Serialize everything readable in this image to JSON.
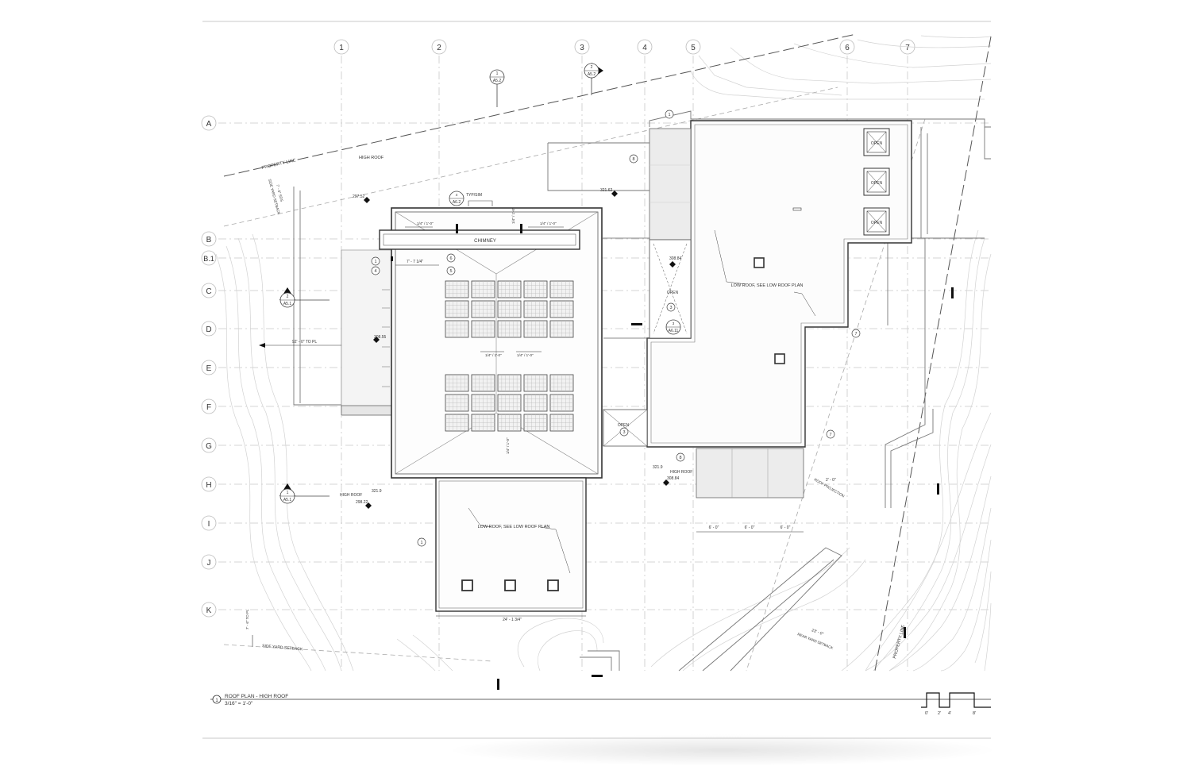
{
  "grid": {
    "columns": [
      "1",
      "2",
      "3",
      "4",
      "5",
      "6",
      "7"
    ],
    "rows": [
      "A",
      "B",
      "B.1",
      "C",
      "D",
      "E",
      "F",
      "G",
      "H",
      "I",
      "J",
      "K"
    ]
  },
  "section_markers": [
    {
      "num": "1",
      "sheet": "A5.2"
    },
    {
      "num": "2",
      "sheet": "A5.2"
    },
    {
      "num": "2",
      "sheet": "A5.1"
    },
    {
      "num": "1",
      "sheet": "A5.1"
    }
  ],
  "details": [
    {
      "num": "4",
      "sheet": "A6.2"
    },
    {
      "num": "3",
      "sheet": "A6.11"
    }
  ],
  "notes": {
    "property_line_top": "PROPERTY LINE",
    "property_line_right": "PROPERTY LINE",
    "high_roof_top": "HIGH ROOF",
    "side_yard_setback_top": "SIDE YARD SETBACK",
    "setback_dim_top": "7' - 6\" SDS",
    "typ_sim": "TYP/SIM",
    "chimney": "CHIMNEY",
    "open_1": "OPEN",
    "open_2": "OPEN",
    "open_3": "OPEN",
    "open_4": "OPEN",
    "open_5": "OPEN",
    "low_roof_right": "LOW ROOF, SEE LOW ROOF PLAN",
    "low_roof_bottom": "LOW ROOF, SEE LOW ROOF PLAN",
    "high_roof_left": "HIGH ROOF",
    "high_roof_center": "HIGH ROOF",
    "to_pl": "92' - 0\" TO PL",
    "roof_projection": "ROOF PROJECTION",
    "rear_yard_setback": "REAR YARD SETBACK",
    "side_yard_setback_bottom": "SIDE YARD SETBACK",
    "side_dim_bottom": "7' - 6\" TO PL"
  },
  "elevations": {
    "e_297_52": "297.52",
    "e_321_62": "321.62",
    "e_308_84": "308.84",
    "e_308_55": "308.55",
    "e_321_9a": "321.9",
    "e_298_22": "298.22",
    "e_321_9b": "321.9",
    "e_308_84b": "308.84"
  },
  "slopes": {
    "s1": "1/4\" / 1'-0\"",
    "s2": "1/4\" / 1'-0\"",
    "s3": "1/4\" / 1'-0\"",
    "s4": "1/4\" / 1'-0\"",
    "s5": "1/4\" / 1'-0\"",
    "s6": "1/4\" / 1'-0\""
  },
  "dimensions": {
    "d_7_7": "7' - 7 1/4\"",
    "d_24": "24' - 1 3/4\"",
    "d_6a": "6' - 0\"",
    "d_6b": "6' - 0\"",
    "d_6c": "6' - 0\"",
    "d_2": "2' - 0\"",
    "d_23": "23' - 0\""
  },
  "keynotes": [
    "1",
    "8",
    "6",
    "4",
    "5",
    "1",
    "7",
    "7",
    "8",
    "3",
    "3",
    "1"
  ],
  "title_block": {
    "number": "1",
    "title": "ROOF PLAN - HIGH ROOF",
    "scale": "3/16\" = 1'-0\""
  },
  "scale_bar": {
    "labels": [
      "0'",
      "2'",
      "4'",
      "8'"
    ]
  }
}
